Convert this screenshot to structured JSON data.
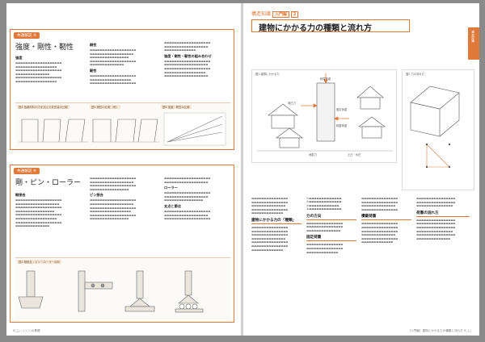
{
  "left": {
    "box1": {
      "badge": "共通解説 ③",
      "title": "強度・剛性・靭性",
      "sub_a": "強度",
      "sub_b": "剛性",
      "sub_c": "靭性",
      "sub_d": "強度・剛性・靭性の組み合わせ",
      "fig_caption_1": "図4 各種材料の力を加えた変形量の比較",
      "fig_caption_2": "図5 剛性の比較（例）",
      "fig_caption_3": "図6 強度・靭性の比較"
    },
    "box2": {
      "badge": "共通解説 ④",
      "title": "剛・ピン・ローラー",
      "sub_a": "剛接合",
      "sub_b": "ピン接合",
      "sub_c": "ローラー",
      "sub_d": "支点と節点",
      "fig_caption": "図1 剛接合・ピン・ローラーの例"
    },
    "folio": "0□□  ○○○○の基礎"
  },
  "right": {
    "side_tab": "構造知識",
    "chapter_prefix": "構造知識",
    "chapter_level": "入門編",
    "chapter_no": "2",
    "title": "建物にかかる力の種類と流れ方",
    "fig1_caption": "図1 建物にかかる力",
    "fig2_caption": "図2 力の流れ方",
    "section1": "建物にかかる力の「種類」",
    "section2": "固定荷重",
    "section3": "積載荷重",
    "section4": "力の方向",
    "section5": "荷重の流れ方",
    "fig1_labels": [
      "積雪荷重",
      "風圧力",
      "固定荷重",
      "積載荷重",
      "地震力",
      "土圧・水圧"
    ],
    "folio": "［入門編］建物にかかる力の種類と流れ方  0□□"
  }
}
